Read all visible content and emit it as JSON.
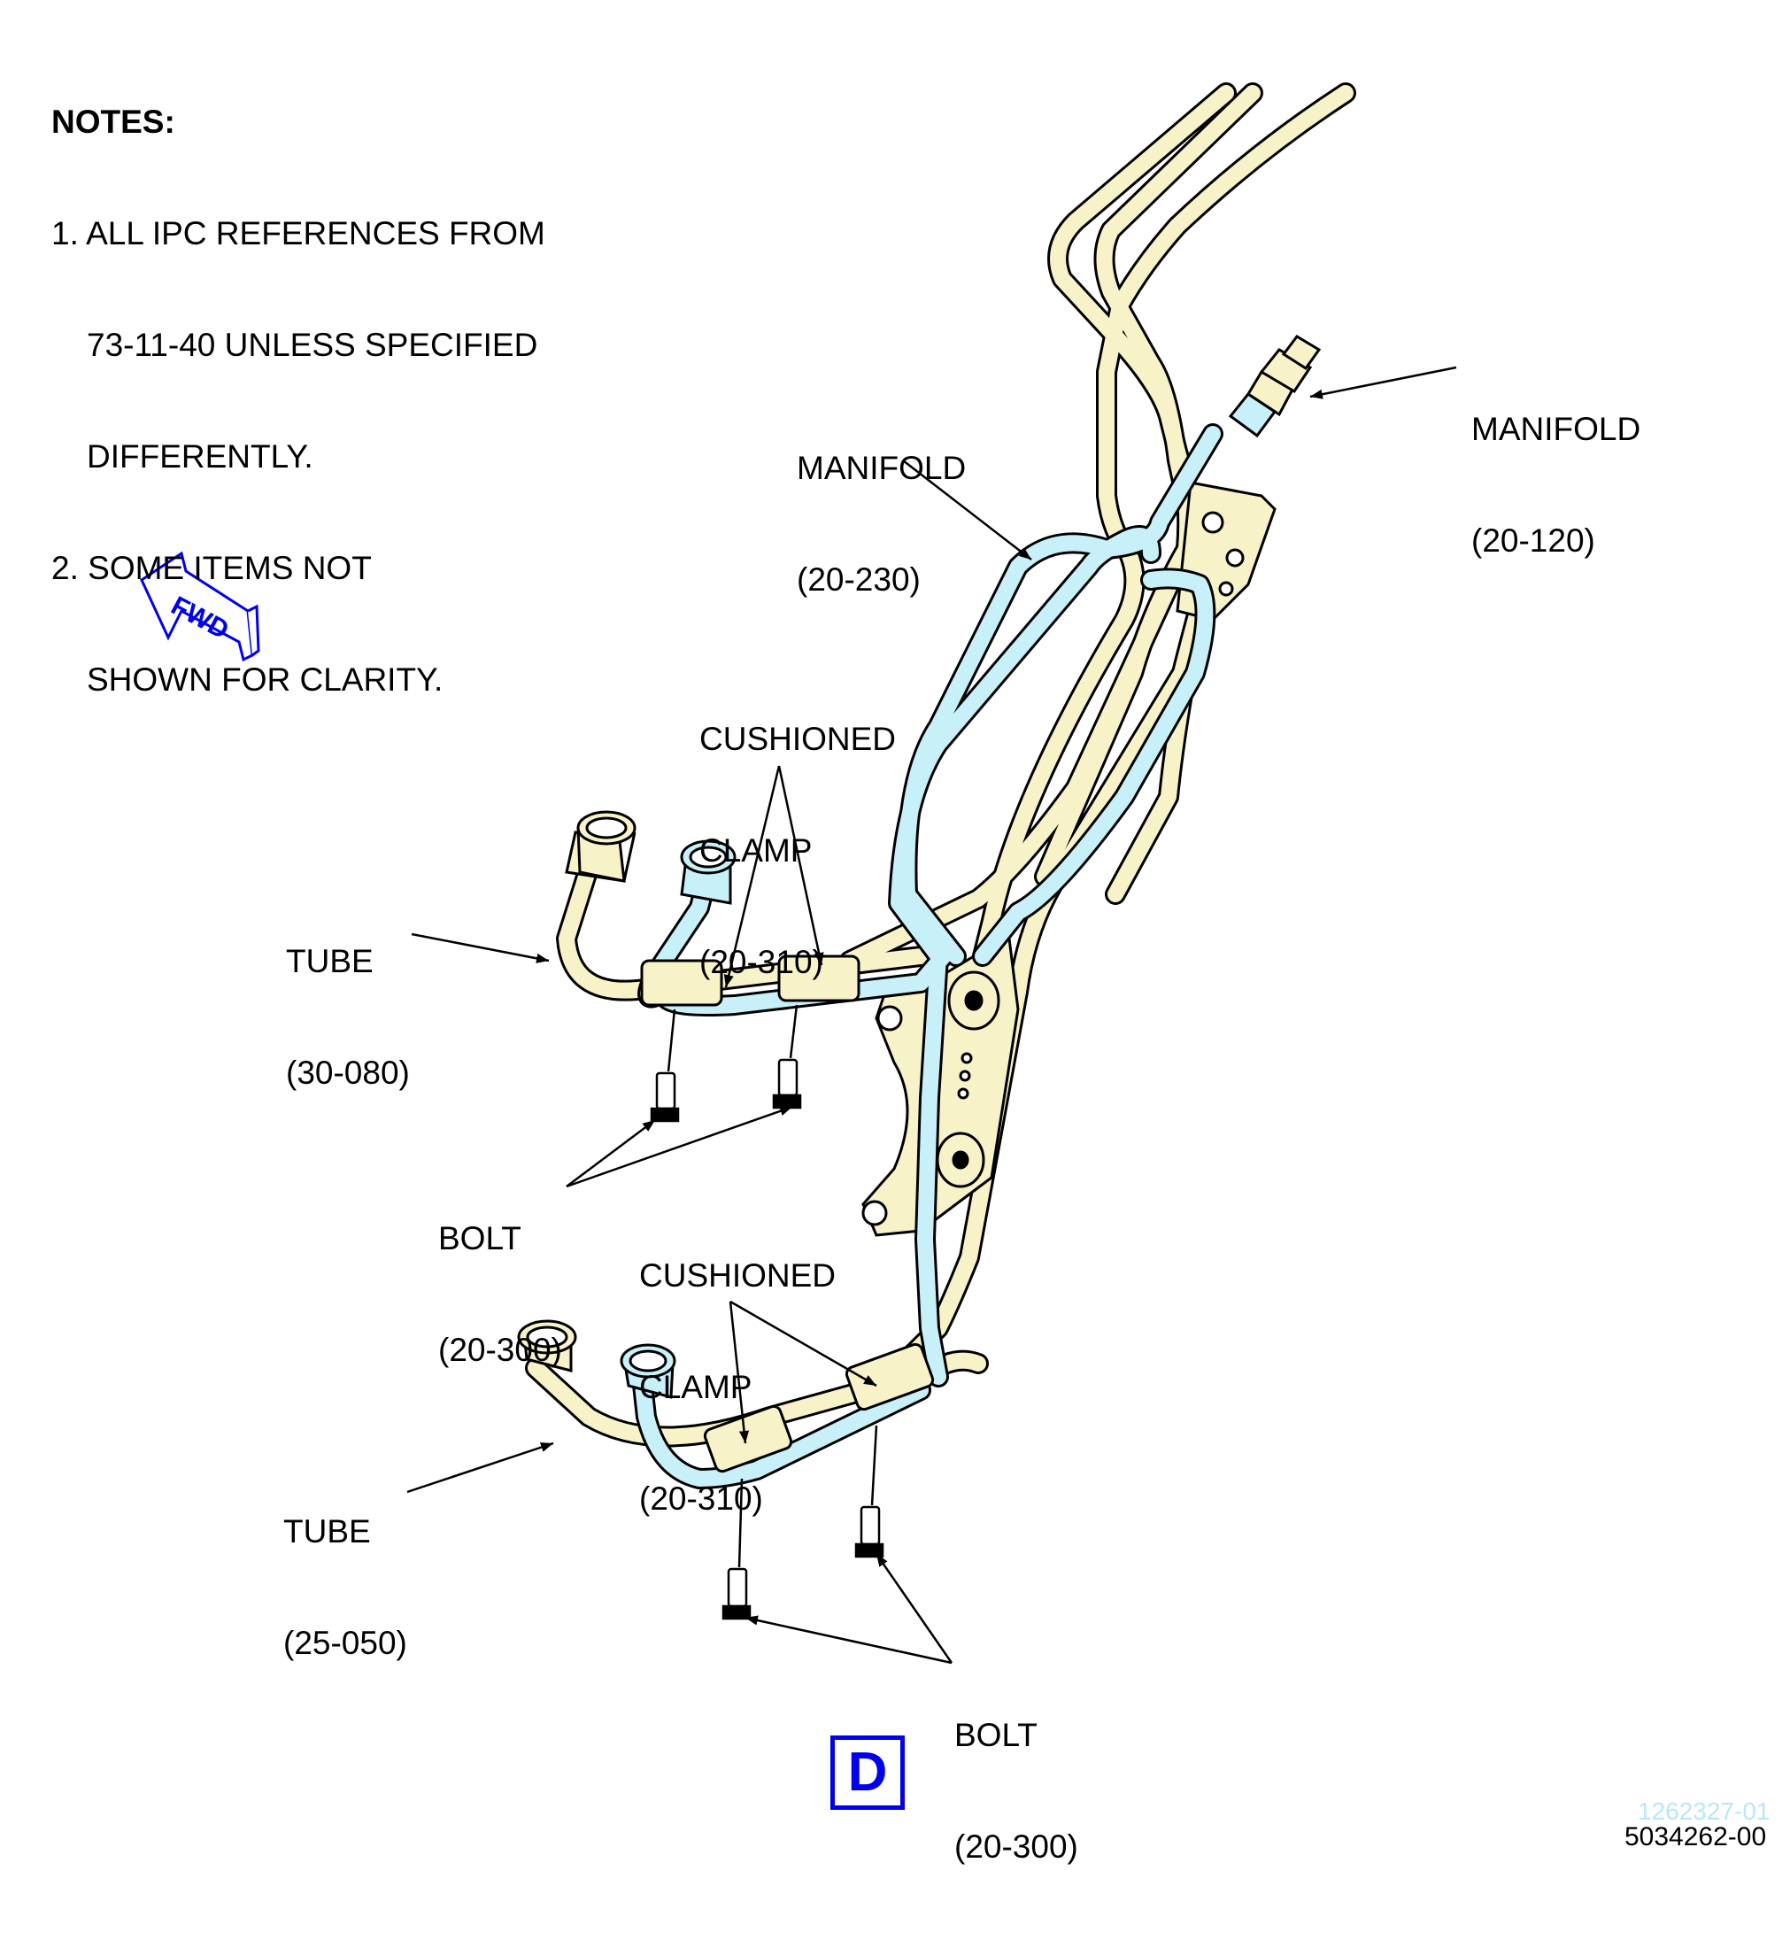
{
  "notes": {
    "title": "NOTES:",
    "lines": [
      "1. ALL IPC REFERENCES FROM",
      "73-11-40 UNLESS SPECIFIED",
      "DIFFERENTLY.",
      "2. SOME ITEMS NOT",
      "SHOWN FOR CLARITY."
    ]
  },
  "fwd_arrow": {
    "label": "FWD",
    "icon": "fwd-arrow-icon"
  },
  "callouts": {
    "manifold_120": {
      "name": "MANIFOLD",
      "ref": "(20-120)"
    },
    "manifold_230": {
      "name": "MANIFOLD",
      "ref": "(20-230)"
    },
    "clamp_upper": {
      "line1": "CUSHIONED",
      "line2": "CLAMP",
      "ref": "(20-310)"
    },
    "tube_080": {
      "name": "TUBE",
      "ref": "(30-080)"
    },
    "bolt_upper": {
      "name": "BOLT",
      "ref": "(20-300)"
    },
    "clamp_lower": {
      "line1": "CUSHIONED",
      "line2": "CLAMP",
      "ref": "(20-310)"
    },
    "tube_050": {
      "name": "TUBE",
      "ref": "(25-050)"
    },
    "bolt_lower": {
      "name": "BOLT",
      "ref": "(20-300)"
    }
  },
  "view_label": "D",
  "figure_refs": {
    "faint": "1262327-01",
    "main": "5034262-00"
  },
  "colors": {
    "tube_yellow": "#f8f2c8",
    "tube_blue": "#c8f0f8",
    "bracket": "#f8f2c8",
    "accent_blue": "#0000ee",
    "line": "#000000"
  }
}
